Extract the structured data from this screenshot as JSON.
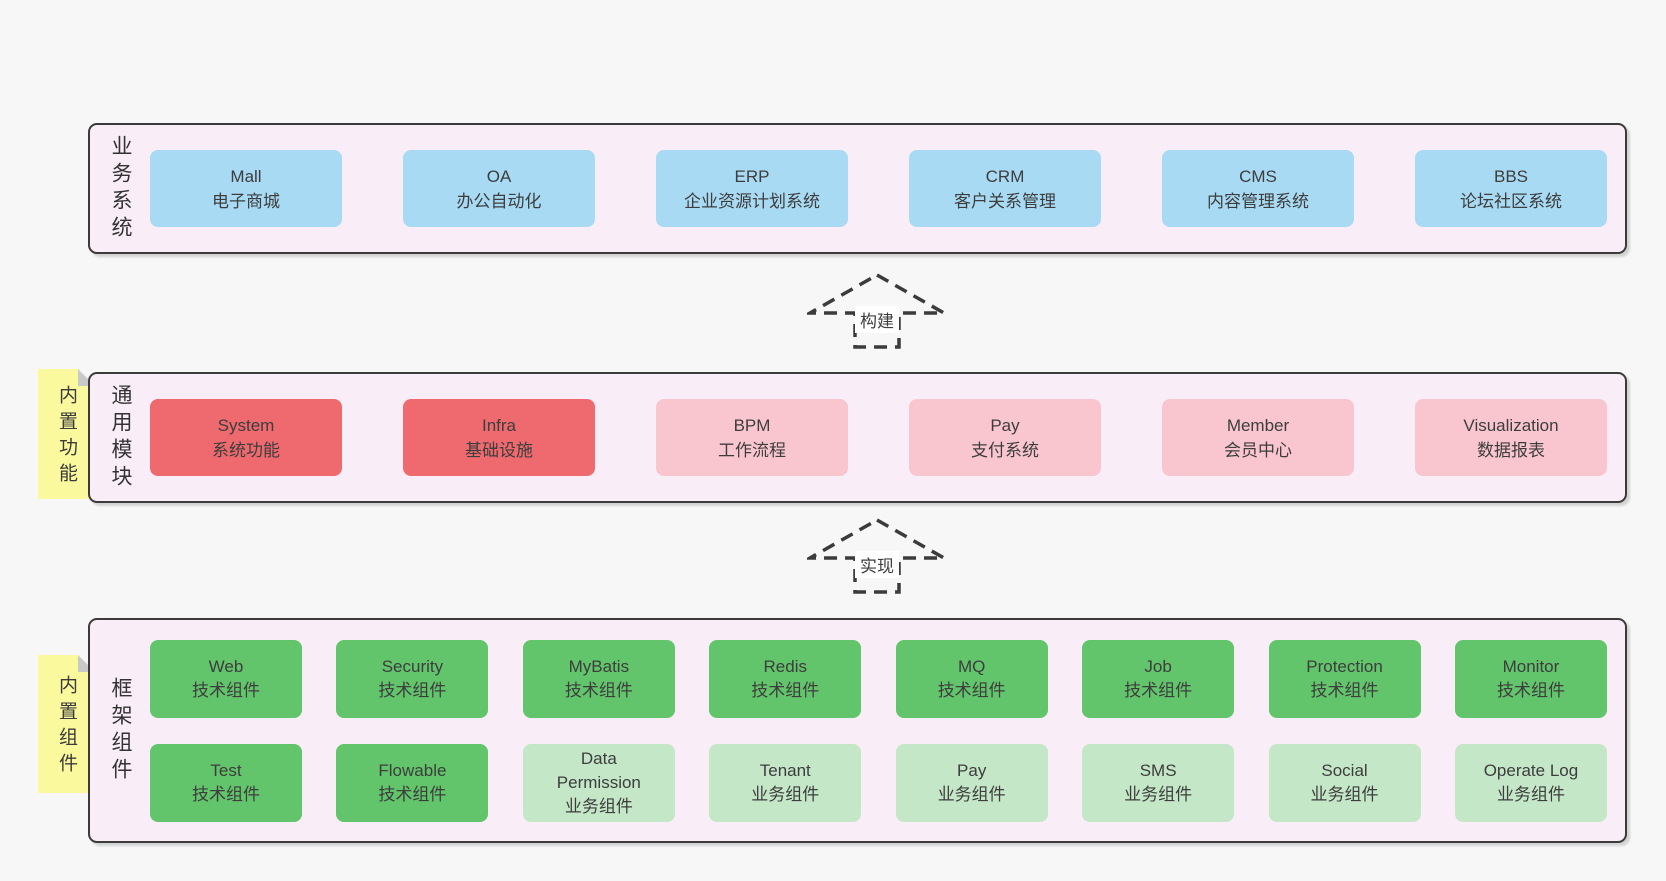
{
  "colors": {
    "background": "#f7f7f7",
    "band_bg": "#f9eef7",
    "band_border": "#3b3b3b",
    "blue": "#a8daf3",
    "red": "#ee6a6e",
    "pink": "#f9c6d0",
    "green": "#62c46b",
    "green_light": "#c4e7c7",
    "sticky_yellow": "#fbf99d",
    "sticky_fold": "#c9c9c9",
    "text": "#3d3d3d",
    "label_bg": "#ffffff"
  },
  "arrows": [
    {
      "label": "构建"
    },
    {
      "label": "实现"
    }
  ],
  "bands": [
    {
      "id": "business-systems",
      "label": "业务系统",
      "rows": [
        [
          {
            "title": "Mall",
            "subtitle": "电子商城",
            "color": "blue"
          },
          {
            "title": "OA",
            "subtitle": "办公自动化",
            "color": "blue"
          },
          {
            "title": "ERP",
            "subtitle": "企业资源计划系统",
            "color": "blue"
          },
          {
            "title": "CRM",
            "subtitle": "客户关系管理",
            "color": "blue"
          },
          {
            "title": "CMS",
            "subtitle": "内容管理系统",
            "color": "blue"
          },
          {
            "title": "BBS",
            "subtitle": "论坛社区系统",
            "color": "blue"
          }
        ]
      ]
    },
    {
      "id": "common-modules",
      "label": "通用模块",
      "sticky": "内置功能",
      "rows": [
        [
          {
            "title": "System",
            "subtitle": "系统功能",
            "color": "red"
          },
          {
            "title": "Infra",
            "subtitle": "基础设施",
            "color": "red"
          },
          {
            "title": "BPM",
            "subtitle": "工作流程",
            "color": "pink"
          },
          {
            "title": "Pay",
            "subtitle": "支付系统",
            "color": "pink"
          },
          {
            "title": "Member",
            "subtitle": "会员中心",
            "color": "pink"
          },
          {
            "title": "Visualization",
            "subtitle": "数据报表",
            "color": "pink"
          }
        ]
      ]
    },
    {
      "id": "framework-components",
      "label": "框架组件",
      "sticky": "内置组件",
      "rows": [
        [
          {
            "title": "Web",
            "subtitle": "技术组件",
            "color": "green"
          },
          {
            "title": "Security",
            "subtitle": "技术组件",
            "color": "green"
          },
          {
            "title": "MyBatis",
            "subtitle": "技术组件",
            "color": "green"
          },
          {
            "title": "Redis",
            "subtitle": "技术组件",
            "color": "green"
          },
          {
            "title": "MQ",
            "subtitle": "技术组件",
            "color": "green"
          },
          {
            "title": "Job",
            "subtitle": "技术组件",
            "color": "green"
          },
          {
            "title": "Protection",
            "subtitle": "技术组件",
            "color": "green"
          },
          {
            "title": "Monitor",
            "subtitle": "技术组件",
            "color": "green"
          }
        ],
        [
          {
            "title": "Test",
            "subtitle": "技术组件",
            "color": "green"
          },
          {
            "title": "Flowable",
            "subtitle": "技术组件",
            "color": "green"
          },
          {
            "title": "Data Permission",
            "subtitle": "业务组件",
            "color": "green_light"
          },
          {
            "title": "Tenant",
            "subtitle": "业务组件",
            "color": "green_light"
          },
          {
            "title": "Pay",
            "subtitle": "业务组件",
            "color": "green_light"
          },
          {
            "title": "SMS",
            "subtitle": "业务组件",
            "color": "green_light"
          },
          {
            "title": "Social",
            "subtitle": "业务组件",
            "color": "green_light"
          },
          {
            "title": "Operate Log",
            "subtitle": "业务组件",
            "color": "green_light"
          }
        ]
      ]
    }
  ]
}
